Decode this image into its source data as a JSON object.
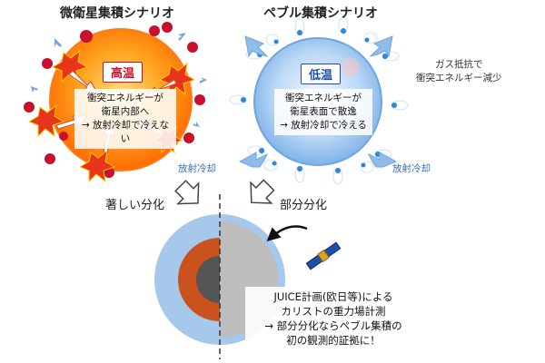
{
  "left": {
    "title": "微衛星集積シナリオ",
    "badge": "高温",
    "text": [
      "衝突エネルギーが",
      "衛星内部へ",
      "→ 放射冷却で冷えない"
    ],
    "cooling": "放射冷却",
    "result": "著しい分化",
    "colors": {
      "core": "#ffd34a",
      "edge": "#ff6a00",
      "debris": "#c8102e",
      "impact": "#e8341c"
    }
  },
  "right": {
    "title": "ペブル集積シナリオ",
    "badge": "低温",
    "text": [
      "衝突エネルギーが",
      "衛星表面で散逸",
      "→ 放射冷却で冷える"
    ],
    "cooling": "放射冷却",
    "gas": [
      "ガス抵抗で",
      "衝突エネルギー減少"
    ],
    "result": "部分分化",
    "colors": {
      "core": "#e8f3ff",
      "edge": "#7fb2ea",
      "pebble": "#2e86de"
    }
  },
  "bottom": {
    "text": [
      "JUICE計画(欧日等)による",
      "カリストの重力場計測",
      "→ 部分分化ならペブル集積の",
      "初の観測的証拠に！"
    ],
    "colors": {
      "mantle": "#a6c8ea",
      "layer": "#c9521f",
      "core": "#555555",
      "gray": "#bdbdbd"
    }
  }
}
